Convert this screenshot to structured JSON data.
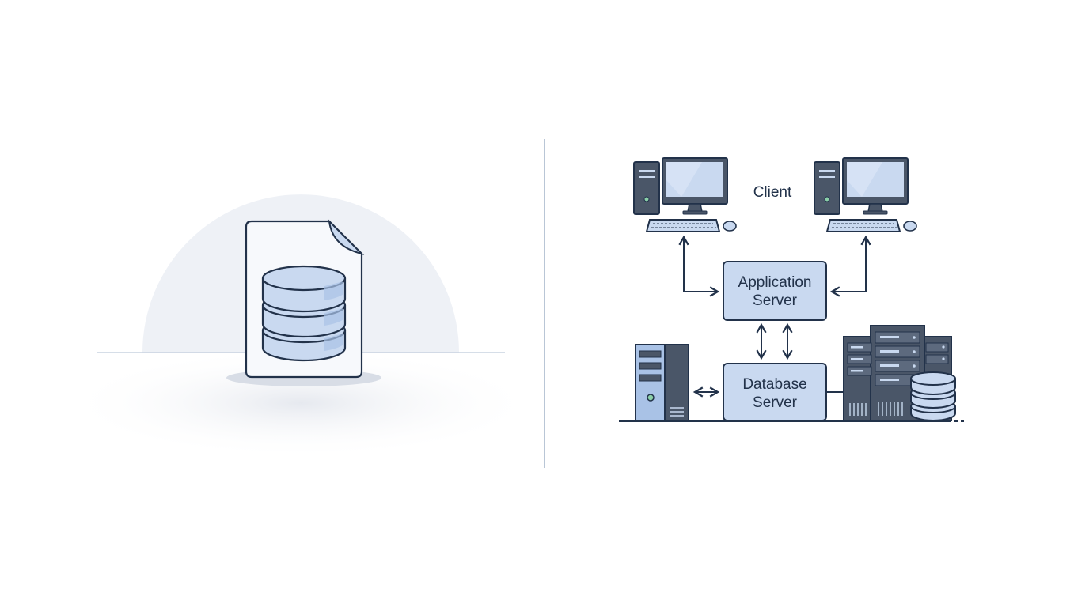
{
  "diagram": {
    "labels": {
      "client": "Client",
      "app_server_line1": "Application",
      "app_server_line2": "Server",
      "db_server_line1": "Database",
      "db_server_line2": "Server"
    },
    "icons": {
      "left_panel": "database-file-icon",
      "client_left": "desktop-computer-icon",
      "client_right": "desktop-computer-icon",
      "tower_server": "tower-server-icon",
      "server_rack": "server-rack-icon",
      "database": "database-cylinder-icon"
    },
    "colors": {
      "stroke": "#22324a",
      "fill_light": "#c9d9f0",
      "fill_mid": "#a9c2e6",
      "fill_dark": "#4a5668",
      "bg_circle": "#eef1f6"
    }
  }
}
